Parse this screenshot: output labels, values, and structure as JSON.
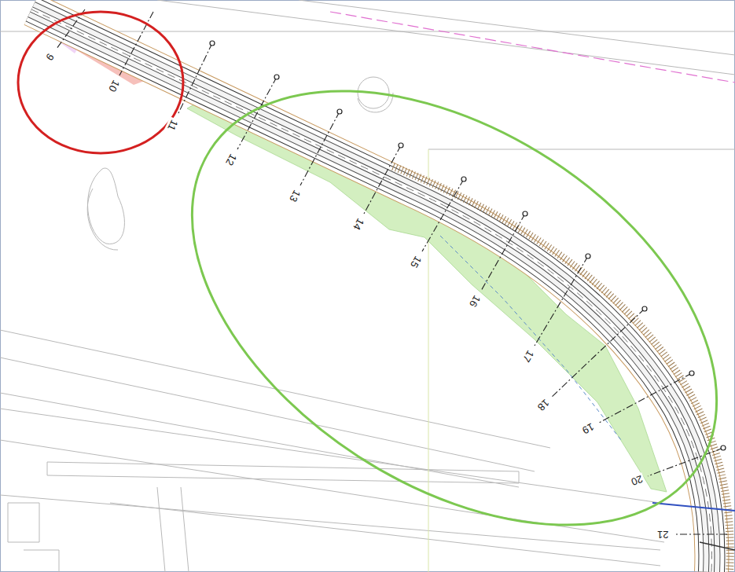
{
  "diagram": {
    "labels": [
      "9",
      "10",
      "11",
      "12",
      "13",
      "14",
      "15",
      "16",
      "17",
      "18",
      "19",
      "20",
      "21"
    ]
  }
}
